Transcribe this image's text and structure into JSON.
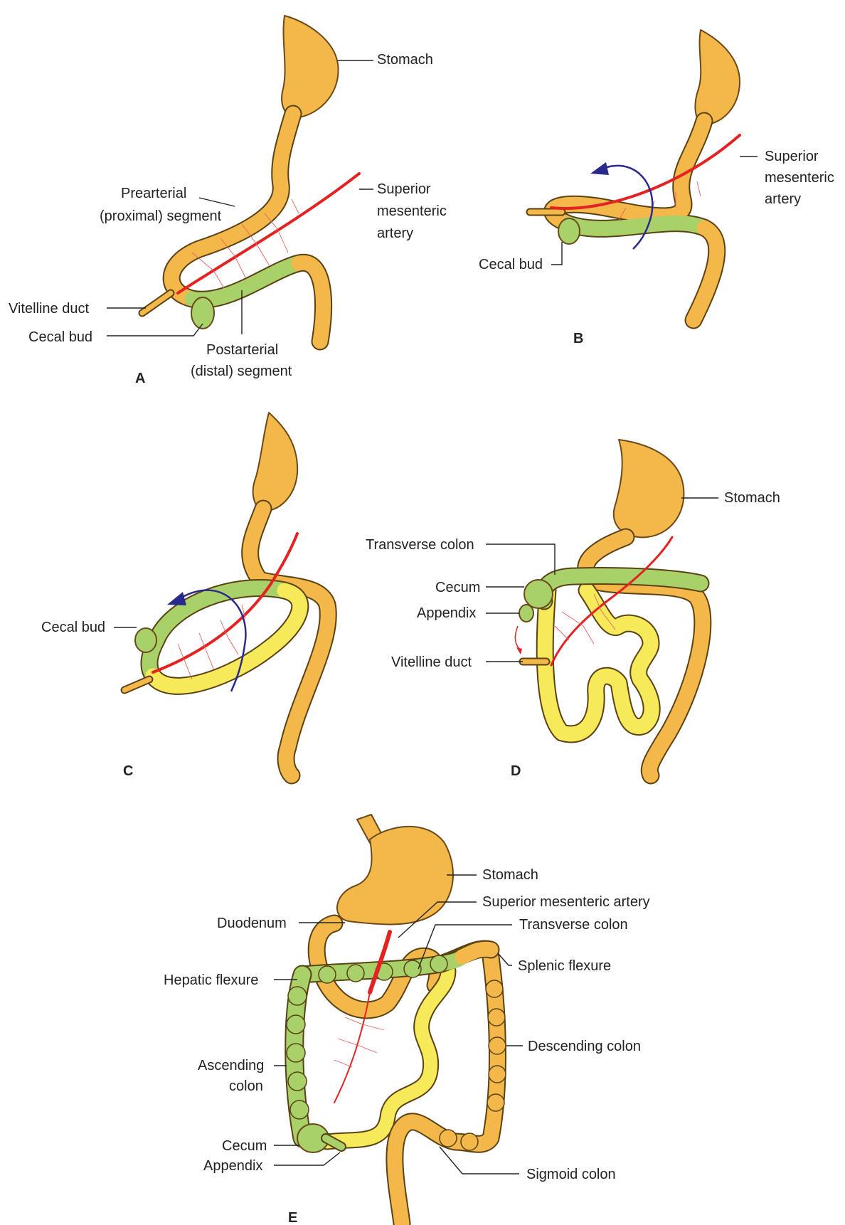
{
  "colors": {
    "foregut": "#f4b84a",
    "cecal_region": "#a9d16a",
    "small_intestine": "#f6ea5a",
    "artery": "#e52222",
    "rotation_arrow": "#2a2a8c"
  },
  "panels": {
    "a": {
      "letter": "A",
      "stomach": "Stomach",
      "prearterial_1": "Prearterial",
      "prearterial_2": "(proximal) segment",
      "sma_1": "Superior",
      "sma_2": "mesenteric",
      "sma_3": "artery",
      "vitelline": "Vitelline duct",
      "cecal": "Cecal bud",
      "postarterial_1": "Postarterial",
      "postarterial_2": "(distal) segment"
    },
    "b": {
      "letter": "B",
      "sma_1": "Superior",
      "sma_2": "mesenteric",
      "sma_3": "artery",
      "cecal": "Cecal bud"
    },
    "c": {
      "letter": "C",
      "cecal": "Cecal bud"
    },
    "d": {
      "letter": "D",
      "stomach": "Stomach",
      "transverse": "Transverse colon",
      "cecum": "Cecum",
      "appendix": "Appendix",
      "vitelline": "Vitelline duct"
    },
    "e": {
      "letter": "E",
      "stomach": "Stomach",
      "sma": "Superior mesenteric artery",
      "duodenum": "Duodenum",
      "transverse": "Transverse colon",
      "hepatic": "Hepatic flexure",
      "splenic": "Splenic flexure",
      "descending": "Descending colon",
      "ascending_1": "Ascending",
      "ascending_2": "colon",
      "cecum": "Cecum",
      "appendix": "Appendix",
      "sigmoid": "Sigmoid colon"
    }
  }
}
